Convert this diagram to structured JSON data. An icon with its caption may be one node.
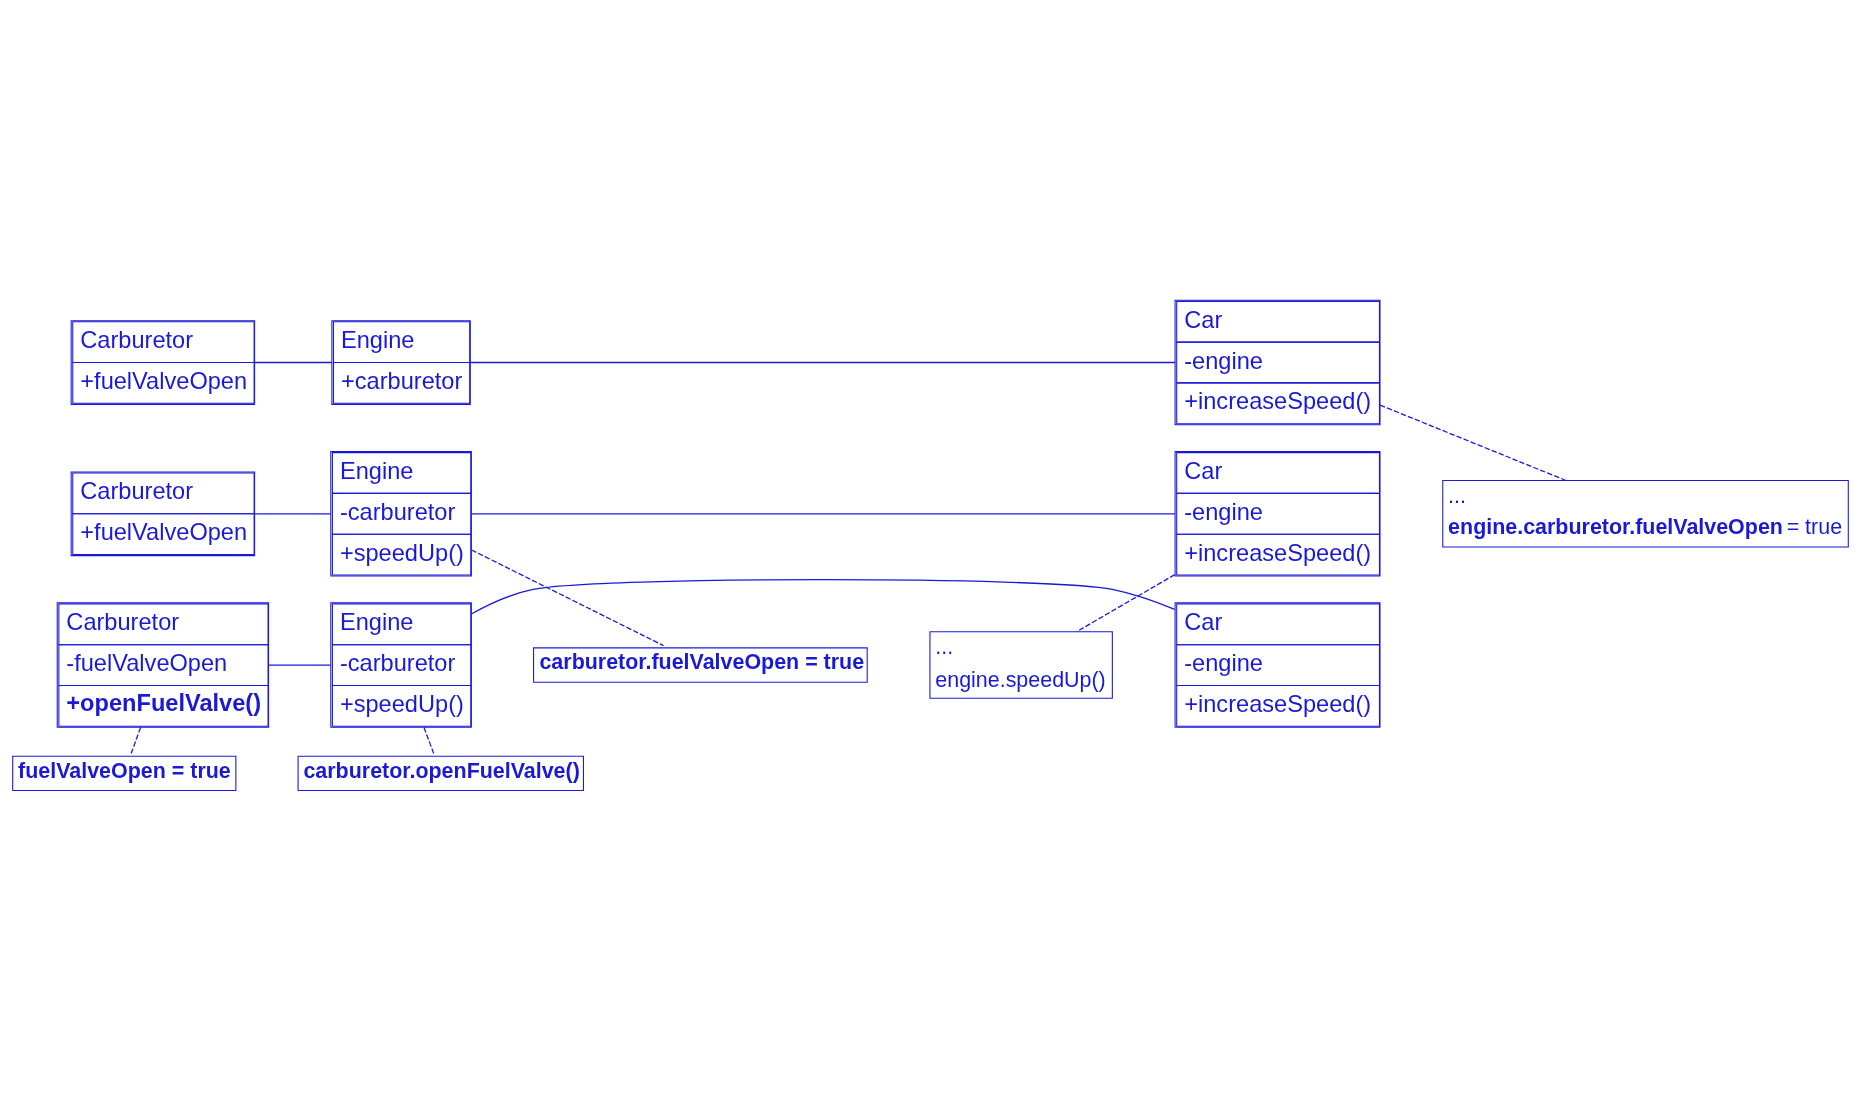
{
  "diagram": {
    "nodes": [
      {
        "text": [
          "Carburetor",
          "+fuelValveOpen"
        ]
      },
      {
        "text": [
          "Engine",
          "+carburetor"
        ]
      },
      {
        "text": [
          "Car",
          "-engine",
          "+increaseSpeed()"
        ]
      },
      {
        "text": [
          "...",
          "**engine.carburetor.fuelValveOpen** = true"
        ]
      },
      {
        "text": [
          "Carburetor",
          "+fuelValveOpen"
        ]
      },
      {
        "text": [
          "Engine",
          "-carburetor",
          "+speedUp()"
        ]
      },
      {
        "text": [
          "Car",
          "-engine",
          "+increaseSpeed()"
        ]
      },
      {
        "text": [
          "carburetor.fuelValveOpen = true"
        ]
      },
      {
        "text": [
          "...",
          "engine.speedUp()"
        ]
      },
      {
        "text": [
          "Carburetor",
          "-fuelValveOpen",
          "+openFuelValve()"
        ]
      },
      {
        "text": [
          "Engine",
          "-carburetor",
          "+speedUp()"
        ]
      },
      {
        "text": [
          "Car",
          "-engine",
          "+increaseSpeed()"
        ]
      },
      {
        "text": [
          "fuelValveOpen = true"
        ]
      },
      {
        "text": [
          "carburetor.openFuelValve()"
        ]
      }
    ],
    "edges": [
      {
        "from": 0,
        "to": 1,
        "arrow": "none"
      },
      {
        "from": 1,
        "to": 2,
        "arrow": "none"
      },
      {
        "from": 2,
        "to": 3,
        "arrow": "none",
        "style": "dashed"
      },
      {
        "from": 4,
        "to": 5,
        "arrow": "none"
      },
      {
        "from": 5,
        "to": 6,
        "arrow": "none"
      },
      {
        "from": 5,
        "to": 7,
        "arrow": "none",
        "style": "dashed"
      },
      {
        "from": 6,
        "to": 8,
        "arrow": "none",
        "style": "dashed"
      },
      {
        "from": 9,
        "to": 10,
        "arrow": "none"
      },
      {
        "from": 10,
        "to": 11,
        "arrow": "none"
      },
      {
        "from": 9,
        "to": 12,
        "arrow": "none",
        "style": "dashed"
      },
      {
        "from": 10,
        "to": 13,
        "arrow": "none",
        "style": "dashed"
      }
    ]
  }
}
